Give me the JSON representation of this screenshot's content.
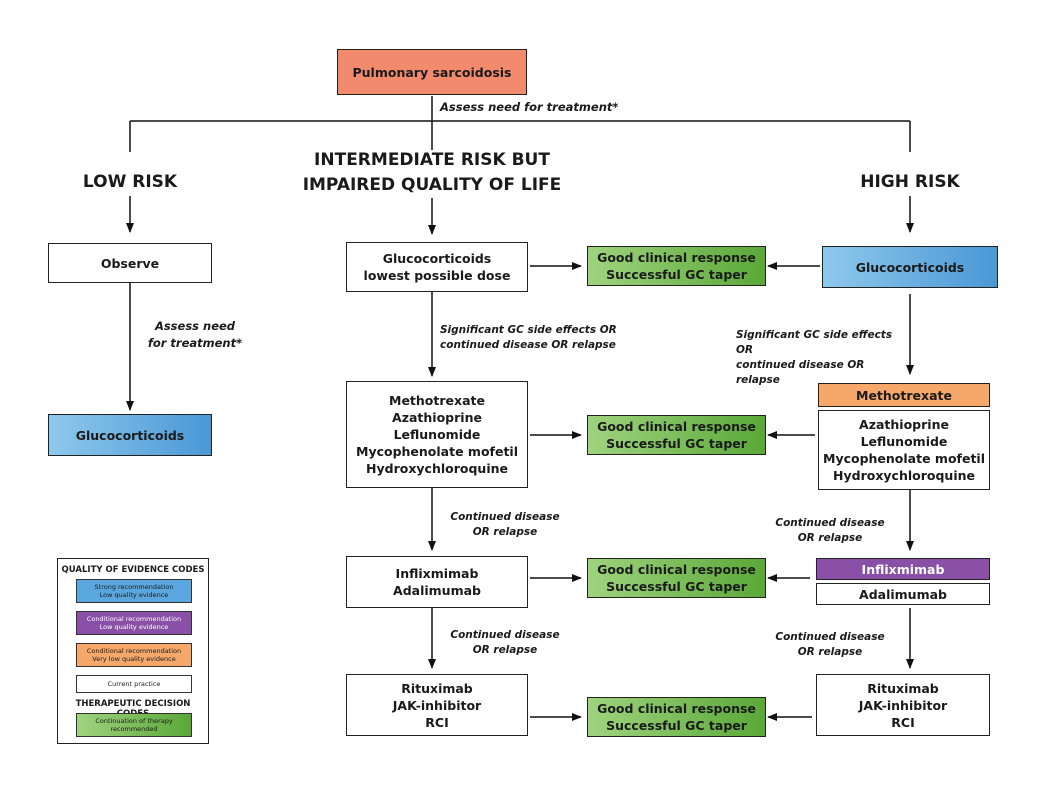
{
  "top": {
    "label": "Pulmonary sarcoidosis",
    "assess": "Assess need for treatment*"
  },
  "headers": {
    "low": "LOW RISK",
    "intermediate": [
      "INTERMEDIATE RISK BUT",
      "IMPAIRED QUALITY OF LIFE"
    ],
    "high": "HIGH RISK"
  },
  "low": {
    "observe": "Observe",
    "assess": [
      "Assess need",
      "for treatment*"
    ],
    "glucocorticoids": "Glucocorticoids"
  },
  "mid": {
    "gc": [
      "Glucocorticoids",
      "lowest possible dose"
    ],
    "note1": [
      "Significant GC side effects OR",
      "continued disease OR relapse"
    ],
    "drugs": [
      "Methotrexate",
      "Azathioprine",
      "Leflunomide",
      "Mycophenolate mofetil",
      "Hydroxychloroquine"
    ],
    "note2": [
      "Continued disease",
      "OR relapse"
    ],
    "biologics": [
      "Inflixmimab",
      "Adalimumab"
    ],
    "note3": [
      "Continued disease",
      "OR relapse"
    ],
    "last": [
      "Rituximab",
      "JAK-inhibitor",
      "RCI"
    ]
  },
  "high": {
    "gc": "Glucocorticoids",
    "note1": [
      "Significant GC side effects OR",
      "continued disease OR relapse"
    ],
    "methotrexate": "Methotrexate",
    "drugs": [
      "Azathioprine",
      "Leflunomide",
      "Mycophenolate mofetil",
      "Hydroxychloroquine"
    ],
    "note2": [
      "Continued disease",
      "OR relapse"
    ],
    "infliximab": "Inflixmimab",
    "adalimumab": "Adalimumab",
    "note3": [
      "Continued disease",
      "OR relapse"
    ],
    "last": [
      "Rituximab",
      "JAK-inhibitor",
      "RCI"
    ]
  },
  "response": [
    "Good clinical response",
    "Successful GC taper"
  ],
  "legend": {
    "title1": "QUALITY OF EVIDENCE CODES",
    "items": [
      {
        "lines": [
          "Strong recommendation",
          "Low quality evidence"
        ],
        "color": "#5aa7e0"
      },
      {
        "lines": [
          "Conditional recommendation",
          "Low quality evidence"
        ],
        "color": "#8a4fa6"
      },
      {
        "lines": [
          "Conditional recommendation",
          "Very low quality evidence"
        ],
        "color": "#f6a86b"
      },
      {
        "lines": [
          "Current practice"
        ],
        "color": "#ffffff"
      }
    ],
    "title2": "THERAPEUTIC DECISION CODES",
    "decision": {
      "lines": [
        "Continuation of therapy",
        "recommended"
      ],
      "color": "#7cc05a"
    }
  },
  "colors": {
    "salmon": "#f28a6e",
    "blue": "#5aa7e0",
    "green": "#7cc05a",
    "orange": "#f6a86b",
    "purple": "#8a4fa6"
  }
}
